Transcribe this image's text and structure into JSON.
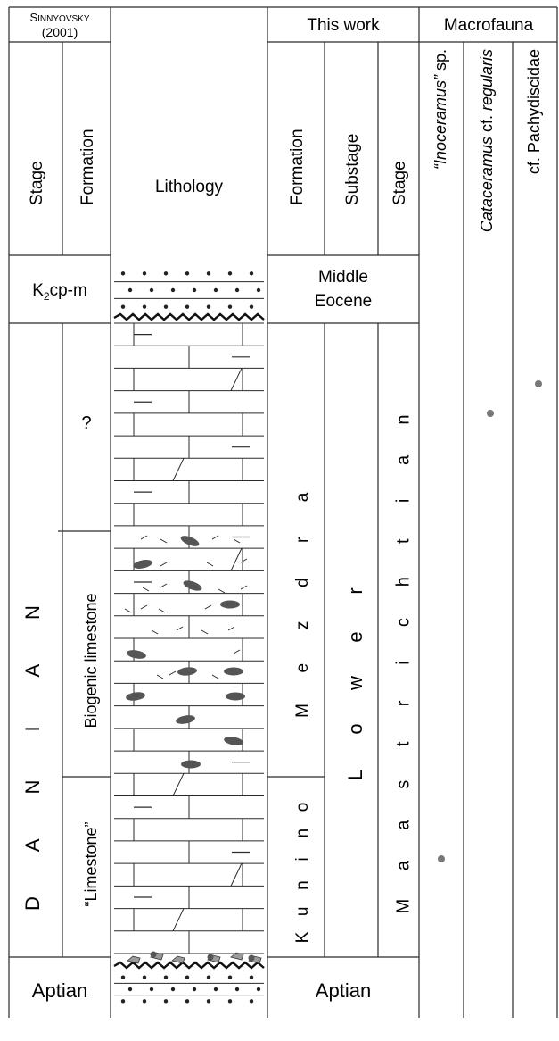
{
  "header": {
    "sinnyovsky_line1": "Sinnyovsky",
    "sinnyovsky_line2": "(2001)",
    "this_work": "This work",
    "macrofauna": "Macrofauna"
  },
  "columns": {
    "stage": "Stage",
    "formation": "Formation",
    "lithology": "Lithology",
    "this_formation": "Formation",
    "substage": "Substage",
    "this_stage": "Stage"
  },
  "left": {
    "k2cp_prefix": "K",
    "k2cp_sub": "2",
    "k2cp_suffix": "cp-m",
    "danian_letters": [
      "D",
      "A",
      "N",
      "I",
      "A",
      "N"
    ],
    "question": "?",
    "biogenic": "Biogenic limestone",
    "limestone": "“Limestone”",
    "aptian": "Aptian"
  },
  "right": {
    "middle": "Middle",
    "eocene": "Eocene",
    "mezdra_letters": [
      "M",
      "e",
      "z",
      "d",
      "r",
      "a"
    ],
    "kunino_letters": [
      "K",
      "u",
      "n",
      "i",
      "n",
      "o"
    ],
    "lower_letters": [
      "L",
      "o",
      "w",
      "e",
      "r"
    ],
    "maastrichtian_letters": [
      "M",
      "a",
      "a",
      "s",
      "t",
      "r",
      "i",
      "c",
      "h",
      "t",
      "i",
      "a",
      "n"
    ],
    "aptian": "Aptian"
  },
  "fauna": {
    "inoceramus_quoted": "“Inoceramus”",
    "inoceramus_rest": " sp.",
    "cataceramus_genus": "Cataceramus",
    "cataceramus_mid": " cf. ",
    "cataceramus_species": "regularis",
    "pachydiscidae": "cf. Pachydiscidae"
  },
  "colors": {
    "line": "#2a2a2a",
    "fossil": "#555555",
    "dot": "#777777",
    "pebble": "#9a9a9a"
  }
}
